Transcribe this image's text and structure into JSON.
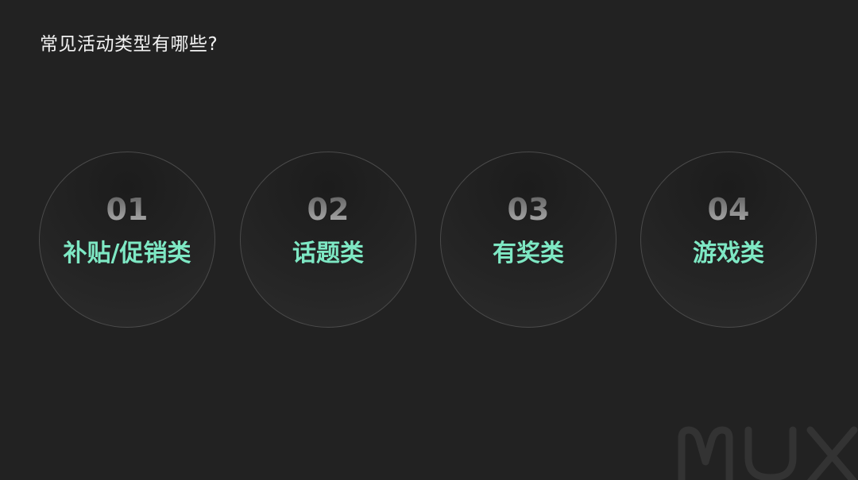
{
  "title": "常见活动类型有哪些?",
  "items": [
    {
      "number": "01",
      "label": "补贴/促销类"
    },
    {
      "number": "02",
      "label": "话题类"
    },
    {
      "number": "03",
      "label": "有奖类"
    },
    {
      "number": "04",
      "label": "游戏类"
    }
  ],
  "watermark": "MUX",
  "colors": {
    "background": "#222222",
    "accent": "#7ee8c4",
    "number": "#8a8a8a",
    "title": "#f2f2f2"
  }
}
